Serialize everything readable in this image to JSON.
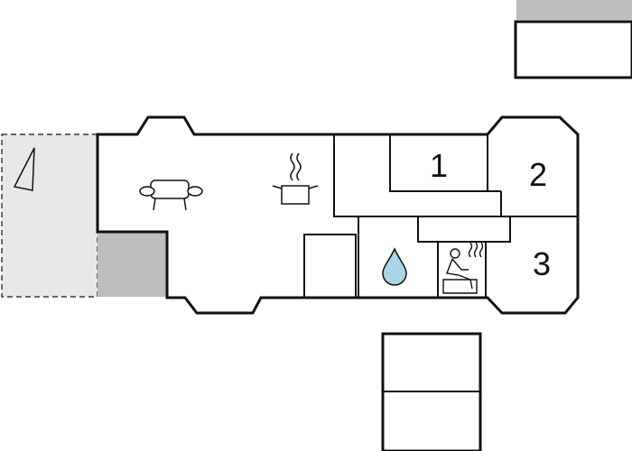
{
  "floorplan": {
    "rooms": [
      {
        "id": "bedroom-1",
        "label": "1"
      },
      {
        "id": "bedroom-2",
        "label": "2"
      },
      {
        "id": "bedroom-3",
        "label": "3"
      }
    ],
    "icons": [
      "sofa-icon",
      "kitchen-pot-icon",
      "water-drop-icon",
      "sauna-icon",
      "triangle-marker-icon"
    ],
    "colors": {
      "wall": "#111111",
      "terrace": "#e8e8e8",
      "terrace_dark": "#bdbdbd",
      "drop": "#a8d6e6"
    }
  }
}
